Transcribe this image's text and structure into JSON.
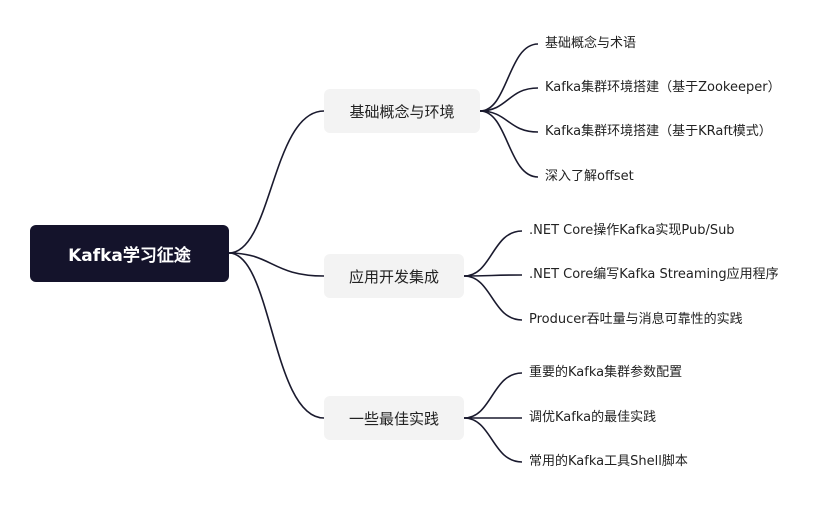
{
  "root": {
    "label": "Kafka学习征途"
  },
  "branches": [
    {
      "label": "基础概念与环境",
      "leaves": [
        "基础概念与术语",
        "Kafka集群环境搭建（基于Zookeeper）",
        "Kafka集群环境搭建（基于KRaft模式）",
        "深入了解offset"
      ]
    },
    {
      "label": "应用开发集成",
      "leaves": [
        ".NET Core操作Kafka实现Pub/Sub",
        ".NET Core编写Kafka Streaming应用程序",
        "Producer吞吐量与消息可靠性的实践"
      ]
    },
    {
      "label": "一些最佳实践",
      "leaves": [
        "重要的Kafka集群参数配置",
        "调优Kafka的最佳实践",
        "常用的Kafka工具Shell脚本"
      ]
    }
  ],
  "colors": {
    "root_background": "#14132b",
    "branch_background": "#f3f3f3",
    "connector": "#1a1a2e"
  }
}
